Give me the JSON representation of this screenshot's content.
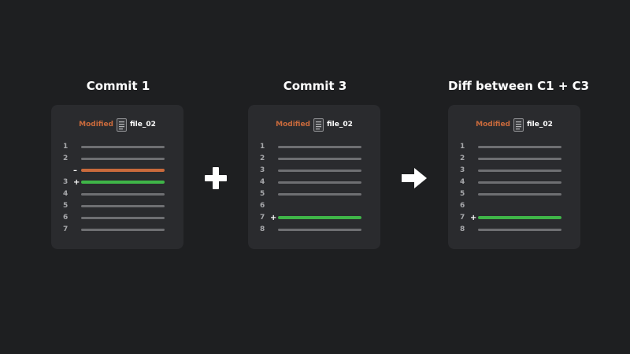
{
  "colors": {
    "background": "#1e1f21",
    "card": "#2a2b2e",
    "modified": "#c96a3c",
    "added": "#3fb548",
    "removed": "#c96a3c",
    "context": "#6e6f72",
    "text": "#ffffff",
    "line_number": "#a7a8ab"
  },
  "operators": {
    "plus_icon": "plus-icon",
    "arrow_icon": "arrow-right-icon"
  },
  "panels": [
    {
      "title": "Commit 1",
      "status": "Modified",
      "file_icon": "file-icon",
      "file_name": "file_02",
      "lines": [
        {
          "num": "1",
          "marker": "",
          "type": "context"
        },
        {
          "num": "2",
          "marker": "",
          "type": "context"
        },
        {
          "num": "",
          "marker": "–",
          "type": "removed"
        },
        {
          "num": "3",
          "marker": "+",
          "type": "added"
        },
        {
          "num": "4",
          "marker": "",
          "type": "context"
        },
        {
          "num": "5",
          "marker": "",
          "type": "context"
        },
        {
          "num": "6",
          "marker": "",
          "type": "context"
        },
        {
          "num": "7",
          "marker": "",
          "type": "context"
        }
      ]
    },
    {
      "title": "Commit 3",
      "status": "Modified",
      "file_icon": "file-icon",
      "file_name": "file_02",
      "lines": [
        {
          "num": "1",
          "marker": "",
          "type": "context"
        },
        {
          "num": "2",
          "marker": "",
          "type": "context"
        },
        {
          "num": "3",
          "marker": "",
          "type": "context"
        },
        {
          "num": "4",
          "marker": "",
          "type": "context"
        },
        {
          "num": "5",
          "marker": "",
          "type": "context"
        },
        {
          "num": "6",
          "marker": "",
          "type": "empty"
        },
        {
          "num": "7",
          "marker": "+",
          "type": "added"
        },
        {
          "num": "8",
          "marker": "",
          "type": "context"
        }
      ]
    },
    {
      "title": "Diff between C1 + C3",
      "status": "Modified",
      "file_icon": "file-icon",
      "file_name": "file_02",
      "lines": [
        {
          "num": "1",
          "marker": "",
          "type": "context"
        },
        {
          "num": "2",
          "marker": "",
          "type": "context"
        },
        {
          "num": "3",
          "marker": "",
          "type": "context"
        },
        {
          "num": "4",
          "marker": "",
          "type": "context"
        },
        {
          "num": "5",
          "marker": "",
          "type": "context"
        },
        {
          "num": "6",
          "marker": "",
          "type": "empty"
        },
        {
          "num": "7",
          "marker": "+",
          "type": "added"
        },
        {
          "num": "8",
          "marker": "",
          "type": "context"
        }
      ]
    }
  ]
}
